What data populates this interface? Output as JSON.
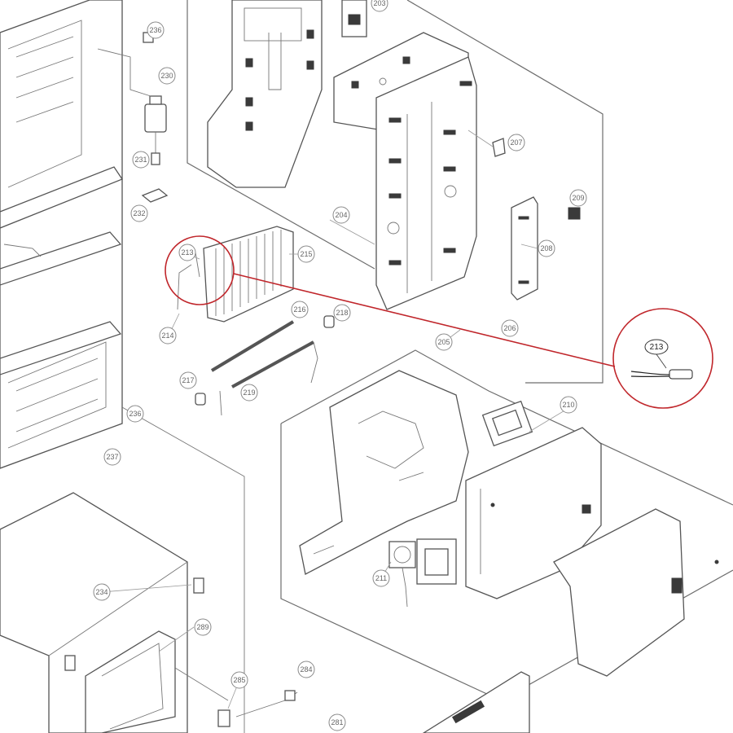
{
  "accent_color": "#c0262b",
  "highlighted_part": "213",
  "zoom_label": "213",
  "callouts": {
    "c236a": "236",
    "c230": "230",
    "c231": "231",
    "c232": "232",
    "c203": "203",
    "c207": "207",
    "c209": "209",
    "c208": "208",
    "c204": "204",
    "c213": "213",
    "c215": "215",
    "c216": "216",
    "c218": "218",
    "c214": "214",
    "c205": "205",
    "c206": "206",
    "c217": "217",
    "c219": "219",
    "c210": "210",
    "c236b": "236",
    "c237": "237",
    "c211": "211",
    "c234": "234",
    "c289": "289",
    "c285": "285",
    "c284": "284",
    "c281": "281"
  }
}
